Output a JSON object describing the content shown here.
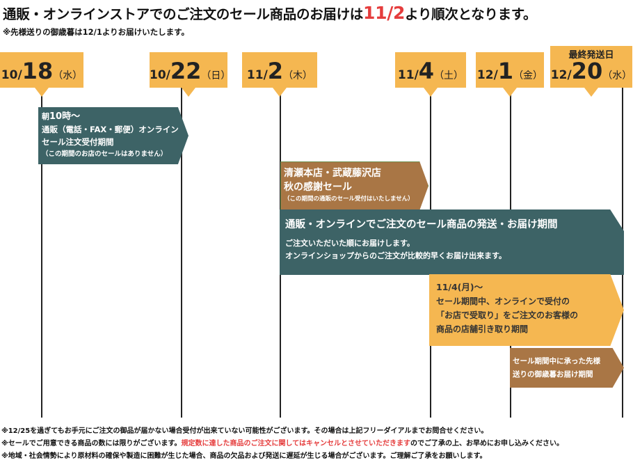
{
  "header": {
    "title_prefix": "通販・オンラインストアでのご注文のセール商品のお届けは",
    "title_highlight": "11/2",
    "title_suffix": "より順次となります。",
    "subtitle": "※先様送りの御歳暮は12/1よりお届けいたします。"
  },
  "dates": [
    {
      "month": "10/",
      "day": "18",
      "weekday": "（水）"
    },
    {
      "month": "10/",
      "day": "22",
      "weekday": "（日）"
    },
    {
      "month": "11/",
      "day": "2",
      "weekday": "（木）"
    },
    {
      "month": "11/",
      "day": "4",
      "weekday": "（土）"
    },
    {
      "month": "12/",
      "day": "1",
      "weekday": "（金）"
    },
    {
      "month": "12/",
      "day": "20",
      "weekday": "（水）",
      "label": "最終発送日"
    }
  ],
  "bars": {
    "online_order": {
      "line1_prefix": "朝",
      "line1_main": "10時〜",
      "line2": "通販（電話・FAX・郵便）オンライン",
      "line3": "セール注文受付期間",
      "line4": "（この期間のお店のセールはありません）",
      "color": "#3d6366"
    },
    "store_sale": {
      "line1": "清瀬本店・武蔵藤沢店",
      "line2": "秋の感謝セール",
      "line3": "（この期間の通販のセール受付はいたしません）",
      "color": "#a97645"
    },
    "delivery": {
      "line1": "通販・オンラインでご注文のセール商品の発送・お届け期間",
      "line2": "ご注文いただいた順にお届けします。",
      "line3": "オンラインショップからのご注文が比較的早くお届け出来ます。",
      "color": "#3d6366"
    },
    "pickup": {
      "line1": "11/4(月)〜",
      "line2": "セール期間中、オンラインで受付の",
      "line3": "「お店で受取り」をご注文のお客様の",
      "line4": "商品の店舗引き取り期間",
      "color": "#f5b751"
    },
    "oseibo": {
      "line1": "セール期間中に承った先様",
      "line2": "送りの御歳暮お届け期間",
      "color": "#a97645"
    }
  },
  "notes": {
    "note1": "※12/25を過ぎてもお手元にご注文の御品が届かない場合受付が出来ていない可能性がございます。その場合は上記フリーダイアルまでお問合せください。",
    "note2_a": "※セールでご用意できる商品の数には限りがございます。",
    "note2_red": "規定数に達した商品のご注文に関してはキャンセルとさせていただきます",
    "note2_b": "のでご了承の上、お早めにお申し込みください。",
    "note3": "※地域・社会情勢により原材料の確保や製造に困難が生じた場合、商品の欠品および発送に遅延が生じる場合がございます。ご理解ご了承をお願いします。"
  },
  "colors": {
    "date_box": "#f5b751",
    "highlight_red": "#e53d3d",
    "teal": "#3d6366",
    "brown": "#a97645"
  }
}
